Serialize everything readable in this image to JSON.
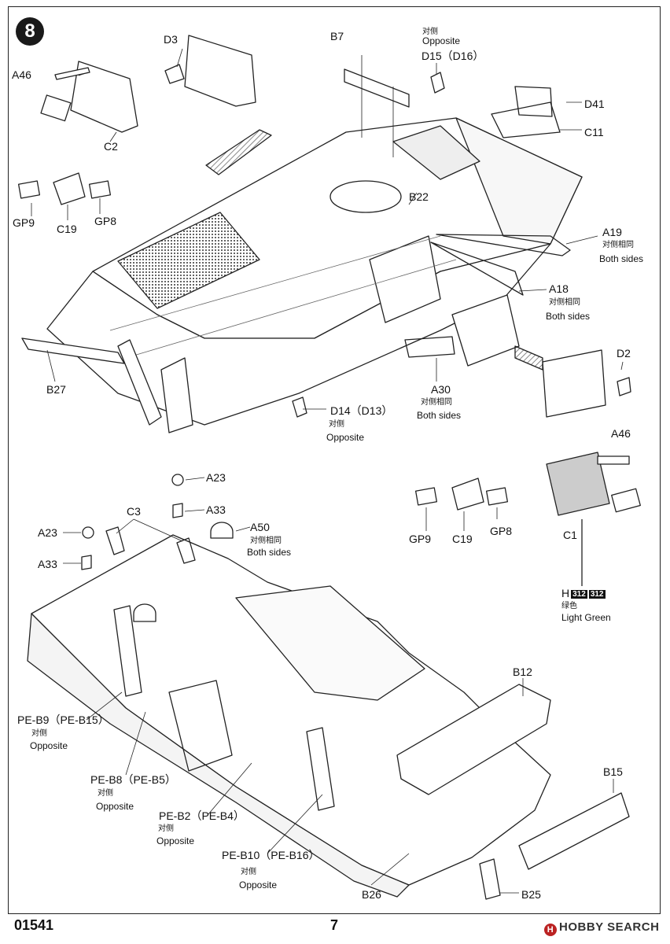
{
  "step": "8",
  "footer": {
    "code": "01541",
    "page": "7",
    "watermark": "HOBBY SEARCH"
  },
  "color_code": {
    "prefix": "H",
    "num1": "312",
    "num2": "312",
    "cn": "绿色",
    "en": "Light Green"
  },
  "labels": {
    "a46_top": "A46",
    "d3": "D3",
    "b7": "B7",
    "opp_cn_top": "对侧",
    "opp_en_top": "Opposite",
    "d15": "D15（D16）",
    "d41": "D41",
    "c11": "C11",
    "c2": "C2",
    "gp9_top": "GP9",
    "c19_top": "C19",
    "gp8_top": "GP8",
    "b22": "B22",
    "a19": "A19",
    "a19_cn": "对侧相同",
    "a19_en": "Both sides",
    "a18": "A18",
    "a18_cn": "对侧相同",
    "a18_en": "Both sides",
    "d2": "D2",
    "b27": "B27",
    "a30": "A30",
    "a30_cn": "对侧相同",
    "a30_en": "Both sides",
    "d14": "D14（D13）",
    "d14_cn": "对侧",
    "d14_en": "Opposite",
    "a46_right": "A46",
    "gp9_bot": "GP9",
    "c19_bot": "C19",
    "gp8_bot": "GP8",
    "c1": "C1",
    "a23_top": "A23",
    "a33_top": "A33",
    "c3": "C3",
    "a50": "A50",
    "a50_cn": "对侧相同",
    "a50_en": "Both sides",
    "a23_left": "A23",
    "a33_left": "A33",
    "b12": "B12",
    "peb9": "PE-B9（PE-B15）",
    "peb9_cn": "对侧",
    "peb9_en": "Opposite",
    "peb8": "PE-B8（PE-B5）",
    "peb8_cn": "对侧",
    "peb8_en": "Opposite",
    "b15": "B15",
    "peb2": "PE-B2（PE-B4）",
    "peb2_cn": "对侧",
    "peb2_en": "Opposite",
    "peb10": "PE-B10（PE-B16）",
    "peb10_cn": "对侧",
    "peb10_en": "Opposite",
    "b26": "B26",
    "b25": "B25"
  }
}
